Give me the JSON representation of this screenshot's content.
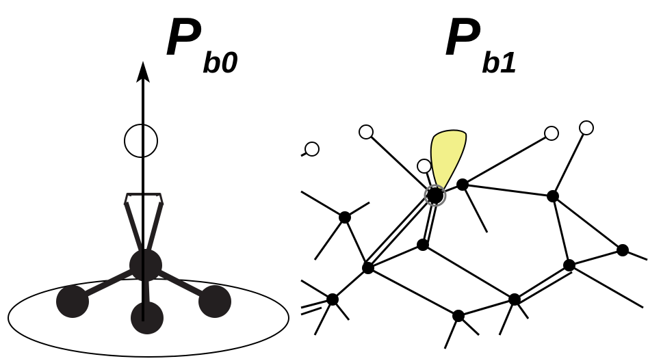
{
  "labels": {
    "left": {
      "main": "P",
      "sub": "b0"
    },
    "right": {
      "main": "P",
      "sub": "b1"
    }
  },
  "colors": {
    "line": "#000000",
    "atom": "#231f20",
    "orbital_fill": "#f2f08a",
    "background": "#ffffff"
  }
}
